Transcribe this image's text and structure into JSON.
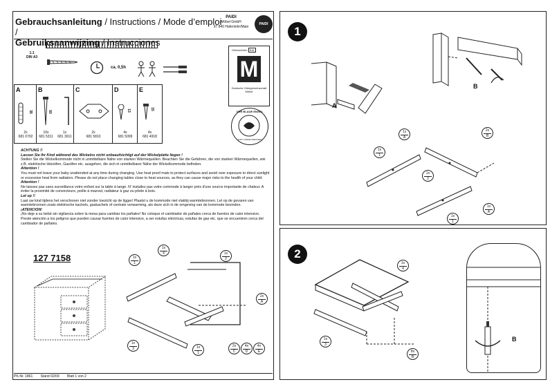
{
  "header": {
    "title_bold_1": "Gebrauchsanleitung",
    "title_rest_1": " / Instructions / Mode d’emploi /",
    "title_bold_2": "Gebruiksaanwijzing",
    "title_rest_2": " / Instrucciones",
    "company": "PAIDI",
    "company_sub": "Möbel GmbH",
    "company_addr": "97 840 Hafenlohr/Main",
    "logo_text": "PAIDI"
  },
  "info": {
    "scale": "1:1",
    "format": "DIN A3",
    "time": "ca. 0,5h"
  },
  "badges": {
    "ral_label": "Gütezeichen",
    "ral": "RAL",
    "m": "M",
    "ral_caption": "Deutsche Gütegemeinschaft Möbel",
    "engel_top": "DER BLAUE ENGEL",
    "engel_bottom": "JURY UMWELTZEICHEN"
  },
  "parts": [
    {
      "letter": "A",
      "dim": "35",
      "qty": "2x",
      "code": "681 0702"
    },
    {
      "letter": "B",
      "dim": "50",
      "qty": "10x",
      "code": "681 5311",
      "qty2": "1x",
      "code2": "681 3011"
    },
    {
      "letter": "C",
      "qty": "2x",
      "code": "681 5810"
    },
    {
      "letter": "D",
      "dim": "13",
      "qty": "4x",
      "code": "681 5099"
    },
    {
      "letter": "E",
      "dim": "15",
      "qty": "4x",
      "code": "681 4918"
    }
  ],
  "warnings": [
    {
      "head": "ACHTUNG !!",
      "body_bold": "Lassen Sie Ihr Kind während des Wickelns nicht unbeaufsichtigt auf der Wickelplatte liegen !",
      "body": "Stellen Sie die Wickelkommode nicht in unmittelbare Nähe von starken Wärmequellen. Beachten Sie die Gefahren, die von starken Wärmequellen, wie z.B. elektrische Heizöfen, Gasöfen etc. ausgehen, die sich in unmittelbarer Nähe der Wickelkommode befinden."
    },
    {
      "head": "Attention !",
      "body_bold": "",
      "body": "You must not leave your baby unattended at any time during changing. Use heat proof mats to protect surfaces and avoid over exposure to direct sunlight or excessive heat from radiators. Please do not place changing tables close to heat sources, as they can cause major risks to the health of your child."
    },
    {
      "head": "Attention !",
      "body_bold": "",
      "body": "Ne laissez pas sans surveillance votre enfant sur la table à lange. N' installez pas votre commode à langer près d'une source importante de chaleur. A éviter la proximité de convecteurs, poêle à mazout, radiateur à gaz ou pôele à bois."
    },
    {
      "head": "Let op !!",
      "body_bold": "",
      "body": "Laat uw kind tijdens het verschonen niet zonder toezicht op de ligger/ Plaatst u de kommode niet vlakbij warmtebronnen. Let op de gevaren van warmtebronnen zoals elektrische kachels, gaskachels of centrale verwarming, als deze zich in de omgeving van de kommode bevinden."
    },
    {
      "head": "¡ATENCION!",
      "body_bold": "",
      "body": "¡No deje a su bebé sin vigilancia sobre la mesa para cambiar los pañales! No coloque el cambiador de pañales cerca de fuentes de calor intensivo. Preste atención a los peligros que pueden causar fuentes de calor intensivo, a ser estufas eléctricas, estufas de gas etc. que se encuentren cerca del cambiador de pañales."
    }
  ],
  "article": "127 7158",
  "callouts_left": [
    {
      "top": "1x",
      "bottom": "1"
    },
    {
      "top": "1x",
      "bottom": "4"
    },
    {
      "top": "1x",
      "bottom": "2"
    },
    {
      "top": "2x",
      "bottom": "A"
    },
    {
      "top": "1x",
      "bottom": "3"
    },
    {
      "top": "1x",
      "bottom": "1"
    },
    {
      "top": "2x",
      "bottom": "C"
    },
    {
      "top": "4x",
      "bottom": "D"
    },
    {
      "top": "4x",
      "bottom": "E"
    }
  ],
  "step1": {
    "number": "1",
    "label_a": "A",
    "label_b": "B",
    "callouts": [
      {
        "top": "1x",
        "bottom": "A"
      },
      {
        "top": "2x",
        "bottom": "B"
      },
      {
        "top": "1x",
        "bottom": "1"
      },
      {
        "top": "1x",
        "bottom": "2"
      },
      {
        "top": "1x",
        "bottom": "A"
      },
      {
        "top": "1x",
        "bottom": "1"
      }
    ]
  },
  "step2": {
    "number": "2",
    "label_b": "B",
    "callouts": [
      {
        "top": "1x",
        "bottom": "4"
      },
      {
        "top": "1x",
        "bottom": "3"
      },
      {
        "top": "8x",
        "bottom": "B"
      }
    ]
  },
  "footer": {
    "pk": "PK-Nr. 1861",
    "stand": "Stand 02/09",
    "blatt": "Blatt 1 von 2"
  }
}
